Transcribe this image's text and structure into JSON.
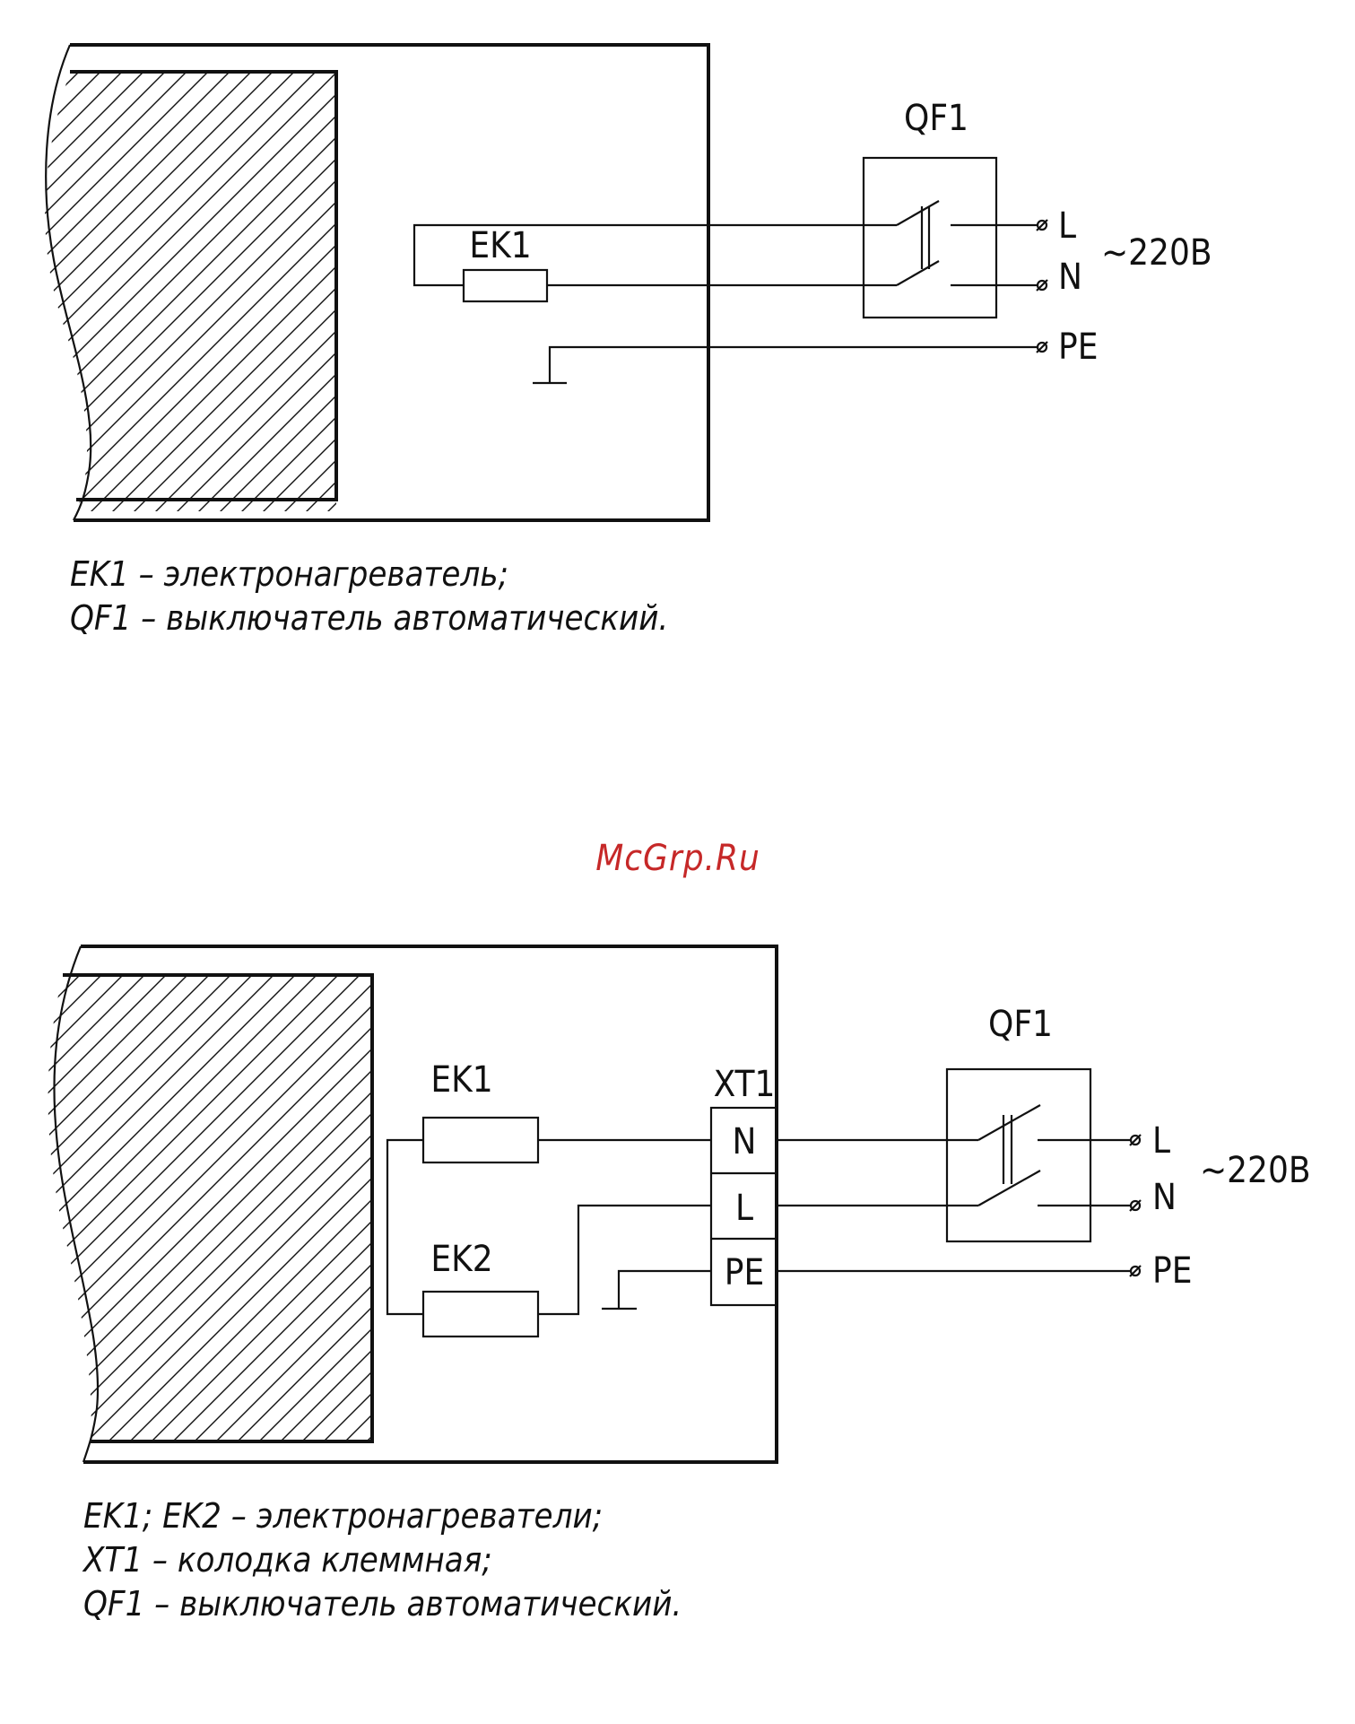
{
  "watermark": "McGrp.Ru",
  "diagram1": {
    "labels": {
      "ek1": "EK1",
      "qf1": "QF1",
      "l": "L",
      "n": "N",
      "pe": "PE",
      "voltage": "~220В"
    },
    "legend": [
      "EK1 – электронагреватель;",
      "QF1 – выключатель автоматический."
    ]
  },
  "diagram2": {
    "labels": {
      "ek1": "EK1",
      "ek2": "EK2",
      "xt1": "XT1",
      "xt1_n": "N",
      "xt1_l": "L",
      "xt1_pe": "PE",
      "qf1": "QF1",
      "l": "L",
      "n": "N",
      "pe": "PE",
      "voltage": "~220В"
    },
    "legend": [
      "EK1; EK2 – электронагреватели;",
      "XT1 – колодка клеммная;",
      "QF1 – выключатель автоматический."
    ]
  }
}
